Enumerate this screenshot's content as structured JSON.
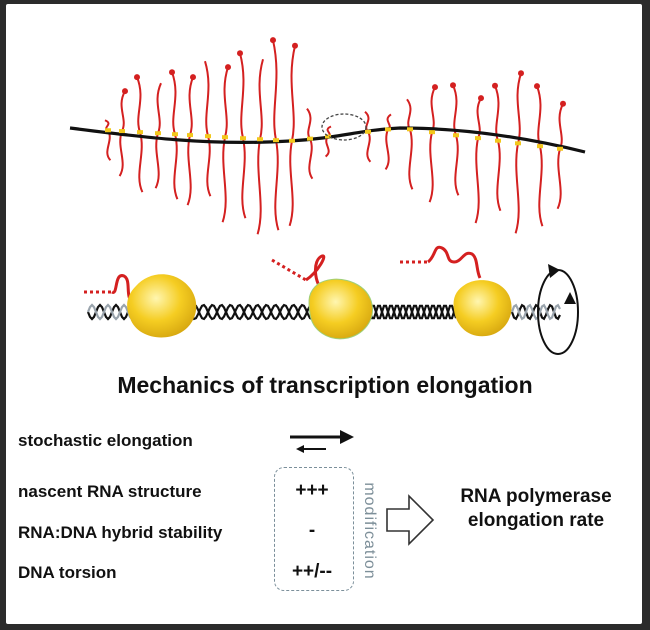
{
  "title": "Mechanics of transcription elongation",
  "factors": [
    {
      "label": "stochastic elongation",
      "effect": ""
    },
    {
      "label": "nascent RNA structure",
      "effect": "+++"
    },
    {
      "label": "RNA:DNA hybrid stability",
      "effect": "-"
    },
    {
      "label": "DNA torsion",
      "effect": "++/--"
    }
  ],
  "modification_label": "modification",
  "outcome": {
    "line1": "RNA polymerase",
    "line2": "elongation rate"
  },
  "colors": {
    "dna": "#111111",
    "rna": "#d42020",
    "polymerase": "#f2c81c",
    "box": "#7b8f9a"
  }
}
